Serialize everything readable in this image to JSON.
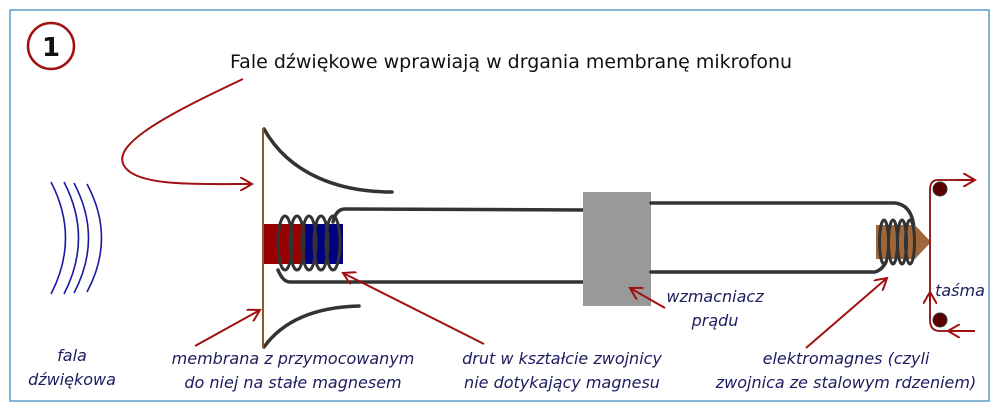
{
  "step_number": "1",
  "title": "Fale dźwiękowe wprawiają w drgania membranę mikrofonu",
  "labels": {
    "sound_wave": [
      "fala",
      "dźwiękowa"
    ],
    "membrane": [
      "membrana z przymocowanym",
      "do niej na stałe magnesem"
    ],
    "wire": [
      "drut w kształcie zwojnicy",
      "nie dotykający magnesu"
    ],
    "amplifier": [
      "wzmacniacz",
      "prądu"
    ],
    "electromagnet": [
      "elektromagnes (czyli",
      "zwojnica ze stalowym rdzeniem)"
    ],
    "tape": "taśma"
  },
  "colors": {
    "border": "#5a9bc8",
    "arrow": "#a01010",
    "wave": "#1a1aa0",
    "magnet_north": "#990000",
    "magnet_south": "#000080",
    "amplifier": "#999999",
    "core": "#a0683a"
  }
}
